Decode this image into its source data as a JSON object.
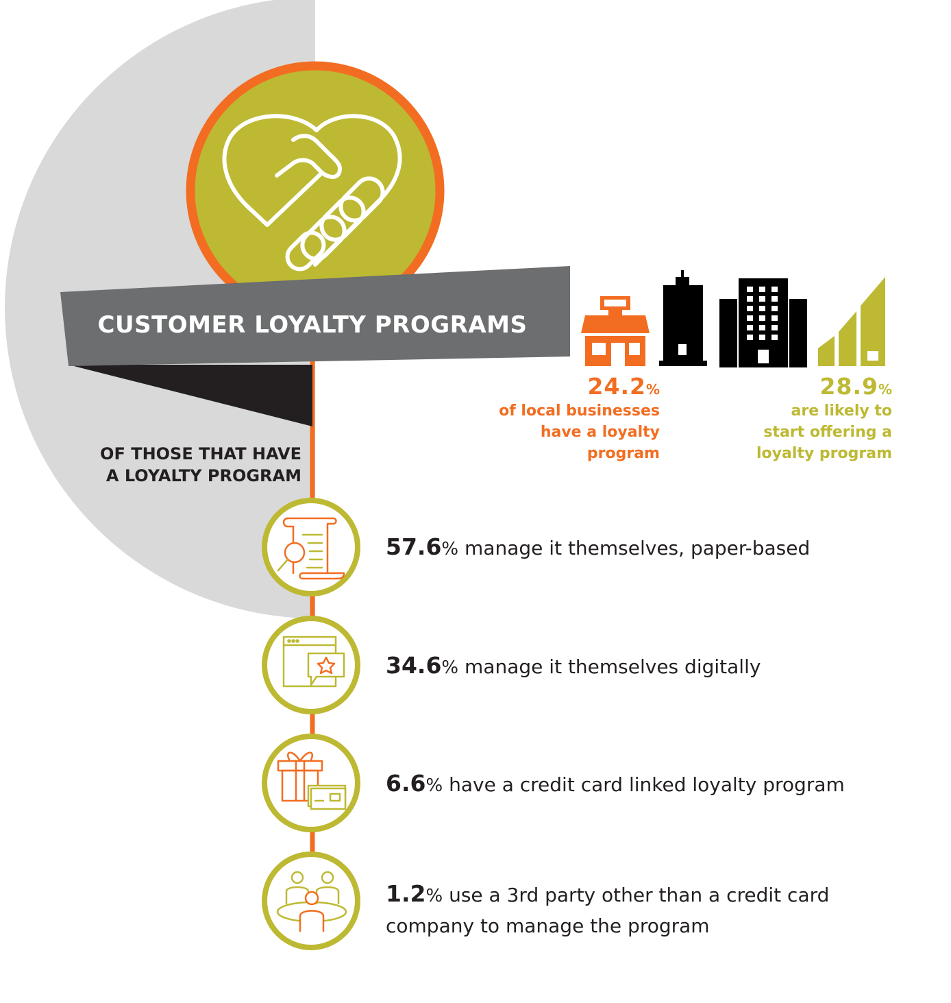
{
  "colors": {
    "orange": "#f26d21",
    "olive": "#bdb933",
    "grey_banner": "#6d6e70",
    "dark": "#231f20",
    "light_grey": "#d9d9da"
  },
  "header": {
    "title": "CUSTOMER LOYALTY PROGRAMS",
    "icon": "handshake-heart-icon"
  },
  "stats": [
    {
      "value": "24.2",
      "unit": "%",
      "lines": [
        "of local businesses",
        "have a loyalty",
        "program"
      ],
      "icon": "storefront-icon"
    },
    {
      "value": "28.9",
      "unit": "%",
      "lines": [
        "are likely to",
        "start offering a",
        "loyalty program"
      ],
      "icon": "bar-growth-icon"
    }
  ],
  "building_icons": [
    "skyscraper-icon",
    "office-building-icon"
  ],
  "subheading": {
    "line1": "OF THOSE THAT HAVE",
    "line2": "A LOYALTY PROGRAM"
  },
  "items": [
    {
      "value": "57.6",
      "unit": "%",
      "lines": [
        "manage it themselves, paper-based"
      ],
      "icon": "paper-scroll-magnifier-icon"
    },
    {
      "value": "34.6",
      "unit": "%",
      "lines": [
        "manage it themselves digitally"
      ],
      "icon": "browser-star-message-icon"
    },
    {
      "value": "6.6",
      "unit": "%",
      "lines": [
        "have a credit card linked loyalty program"
      ],
      "icon": "gift-credit-card-icon"
    },
    {
      "value": "1.2",
      "unit": "%",
      "lines": [
        "use a 3rd party other than a credit card",
        "company to manage the program"
      ],
      "icon": "people-meeting-table-icon"
    }
  ]
}
